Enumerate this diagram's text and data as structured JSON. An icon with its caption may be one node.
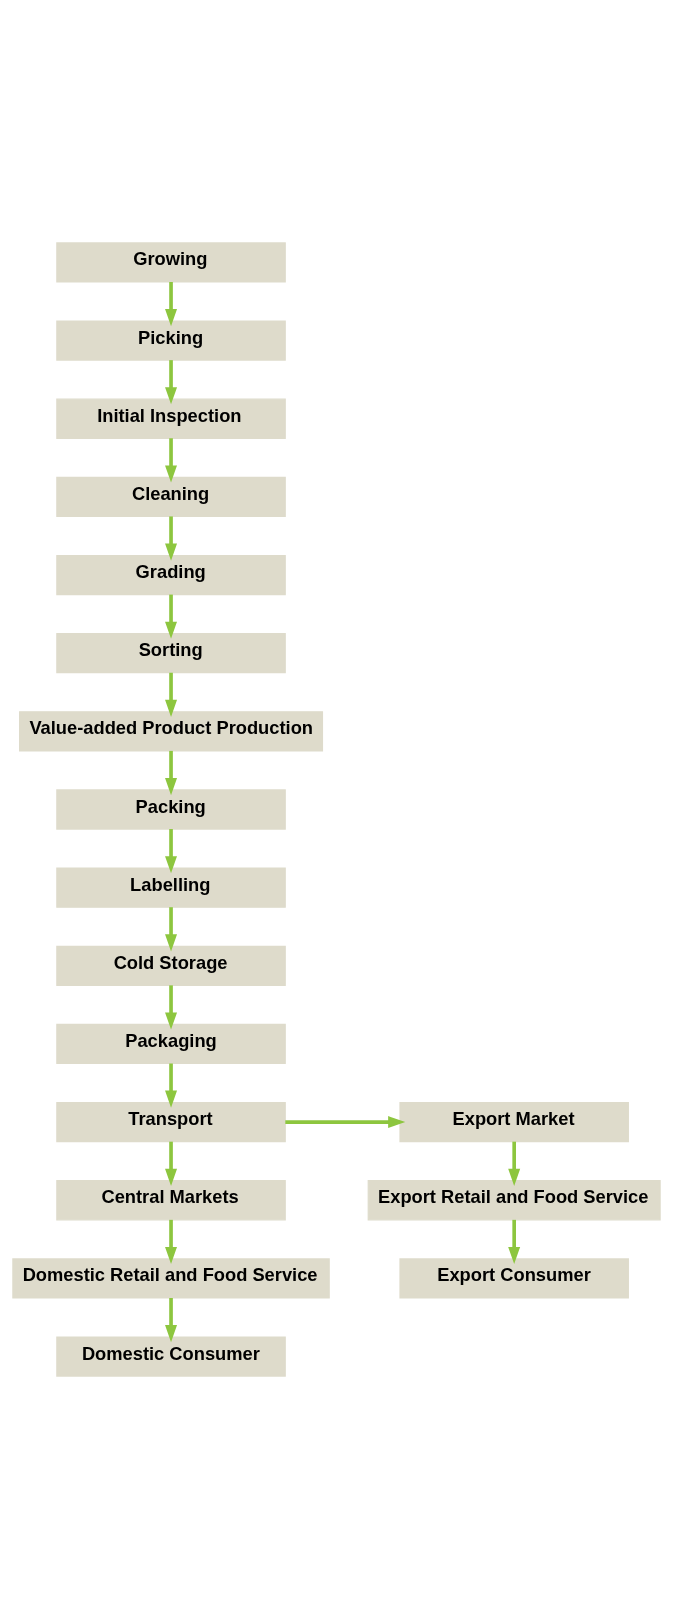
{
  "diagram": {
    "nodes": [
      {
        "text": [
          "Growing"
        ]
      },
      {
        "text": [
          "Picking"
        ]
      },
      {
        "text": [
          "Initial Inspection"
        ]
      },
      {
        "text": [
          "Cleaning"
        ]
      },
      {
        "text": [
          "Grading"
        ]
      },
      {
        "text": [
          "Sorting"
        ]
      },
      {
        "text": [
          "Value-added Product Production"
        ]
      },
      {
        "text": [
          "Packing"
        ]
      },
      {
        "text": [
          "Labelling"
        ]
      },
      {
        "text": [
          "Cold Storage"
        ]
      },
      {
        "text": [
          "Packaging"
        ]
      },
      {
        "text": [
          "Transport"
        ]
      },
      {
        "text": [
          "Export Market"
        ]
      },
      {
        "text": [
          "Central Markets"
        ]
      },
      {
        "text": [
          "Export Retail and Food Service"
        ]
      },
      {
        "text": [
          "Domestic Retail and Food Service"
        ]
      },
      {
        "text": [
          "Export Consumer"
        ]
      },
      {
        "text": [
          "Domestic Consumer"
        ]
      }
    ],
    "edges": [
      {
        "from": 0,
        "to": 1,
        "arrow": "to"
      },
      {
        "from": 1,
        "to": 2,
        "arrow": "to"
      },
      {
        "from": 2,
        "to": 3,
        "arrow": "to"
      },
      {
        "from": 3,
        "to": 4,
        "arrow": "to"
      },
      {
        "from": 4,
        "to": 5,
        "arrow": "to"
      },
      {
        "from": 5,
        "to": 6,
        "arrow": "to"
      },
      {
        "from": 6,
        "to": 7,
        "arrow": "to"
      },
      {
        "from": 7,
        "to": 8,
        "arrow": "to"
      },
      {
        "from": 8,
        "to": 9,
        "arrow": "to"
      },
      {
        "from": 9,
        "to": 10,
        "arrow": "to"
      },
      {
        "from": 10,
        "to": 11,
        "arrow": "to"
      },
      {
        "from": 11,
        "to": 12,
        "arrow": "to"
      },
      {
        "from": 11,
        "to": 13,
        "arrow": "to"
      },
      {
        "from": 12,
        "to": 14,
        "arrow": "to"
      },
      {
        "from": 13,
        "to": 15,
        "arrow": "to"
      },
      {
        "from": 14,
        "to": 16,
        "arrow": "to"
      },
      {
        "from": 15,
        "to": 17,
        "arrow": "to"
      }
    ]
  }
}
